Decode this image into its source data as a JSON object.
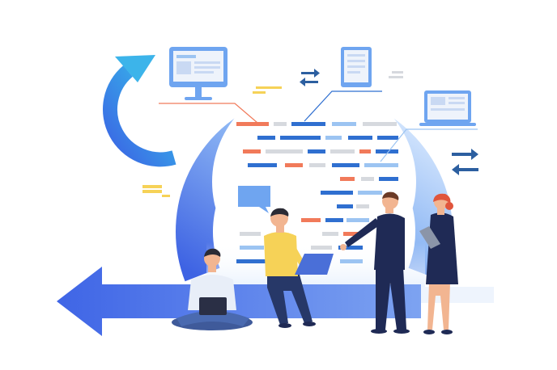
{
  "scene": {
    "colors": {
      "ring": "#4f7ae8",
      "ring_light": "#cfe2fb",
      "arrow": "#4a72ea",
      "cycle_arrow": "#38a6e6",
      "orange": "#f17a5a",
      "blue_code": "#2f6fd0",
      "light_code": "#9cc4f2",
      "gray_code": "#d6d9de",
      "navy": "#1f2a55",
      "yellow": "#f6d257",
      "skin": "#f2b591",
      "hair": "#2b2b35",
      "red_hair": "#e0553c",
      "monitor": "#6fa5f0"
    },
    "icons": [
      "monitor-icon",
      "document-icon",
      "laptop-icon",
      "swap-arrows-icon",
      "lightbulb-icon",
      "chat-bubble-icon",
      "return-arrow-icon",
      "cycle-arrow-icon"
    ],
    "people": [
      "man-sitting-cross-legged-laptop",
      "man-yellow-shirt-laptop",
      "man-suit-pointing",
      "woman-tablet"
    ]
  }
}
